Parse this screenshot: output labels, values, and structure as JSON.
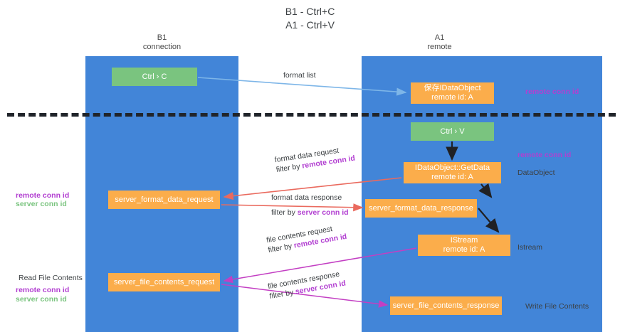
{
  "title": {
    "line1": "B1 - Ctrl+C",
    "line2": "A1 - Ctrl+V"
  },
  "columns": {
    "b1": {
      "name": "B1",
      "role": "connection"
    },
    "a1": {
      "name": "A1",
      "role": "remote"
    }
  },
  "colors": {
    "lane": "#4285d8",
    "green_box": "#7ac47f",
    "orange_box": "#fbad4b",
    "remote_conn_id": "#b23fd1",
    "server_conn_id": "#7ac47f",
    "arrow_blue": "#7eb6e8",
    "arrow_red": "#ea6a5e",
    "arrow_magenta": "#c33fc3",
    "arrow_dark": "#202124",
    "divider": "#20242a"
  },
  "boxes": {
    "ctrl_c": {
      "line1": "Ctrl › C",
      "kind": "green"
    },
    "save_idataobject": {
      "line1": "保存IDataObject",
      "line2": "remote id: A",
      "kind": "orange"
    },
    "ctrl_v": {
      "line1": "Ctrl › V",
      "kind": "green"
    },
    "getdata": {
      "line1": "IDataObject::GetData",
      "line2": "remote id: A",
      "kind": "orange"
    },
    "server_format_data_request": {
      "line1": "server_format_data_request",
      "kind": "orange"
    },
    "server_format_data_response": {
      "line1": "server_format_data_response",
      "kind": "orange"
    },
    "istream": {
      "line1": "IStream",
      "line2": "remote id: A",
      "kind": "orange"
    },
    "server_file_contents_request": {
      "line1": "server_file_contents_request",
      "kind": "orange"
    },
    "server_file_contents_response": {
      "line1": "server_file_contents_response",
      "kind": "orange"
    }
  },
  "edge_labels": {
    "format_list": {
      "line1": "format list"
    },
    "format_data_request": {
      "line1": "format data request",
      "filter_prefix": "filter by ",
      "filter_key": "remote conn id"
    },
    "format_data_response": {
      "line1": "format data response",
      "filter_prefix": "filter by ",
      "filter_key": "server conn id"
    },
    "file_contents_request": {
      "line1": "file contents request",
      "filter_prefix": "filter by ",
      "filter_key": "remote conn id"
    },
    "file_contents_response": {
      "line1": "file contents response",
      "filter_prefix": "filter by ",
      "filter_key": "server conn id"
    }
  },
  "annotations": {
    "right": {
      "remote_conn_id_top": "remote conn id",
      "remote_conn_id_mid": "remote conn id",
      "dataobject": "DataObject",
      "istream": "Istream",
      "write_file_contents": "Write File Contents"
    },
    "left": {
      "remote_conn_id_a": "remote conn id",
      "server_conn_id_a": "server conn id",
      "read_file_contents": "Read File Contents",
      "remote_conn_id_b": "remote conn id",
      "server_conn_id_b": "server conn id"
    }
  }
}
